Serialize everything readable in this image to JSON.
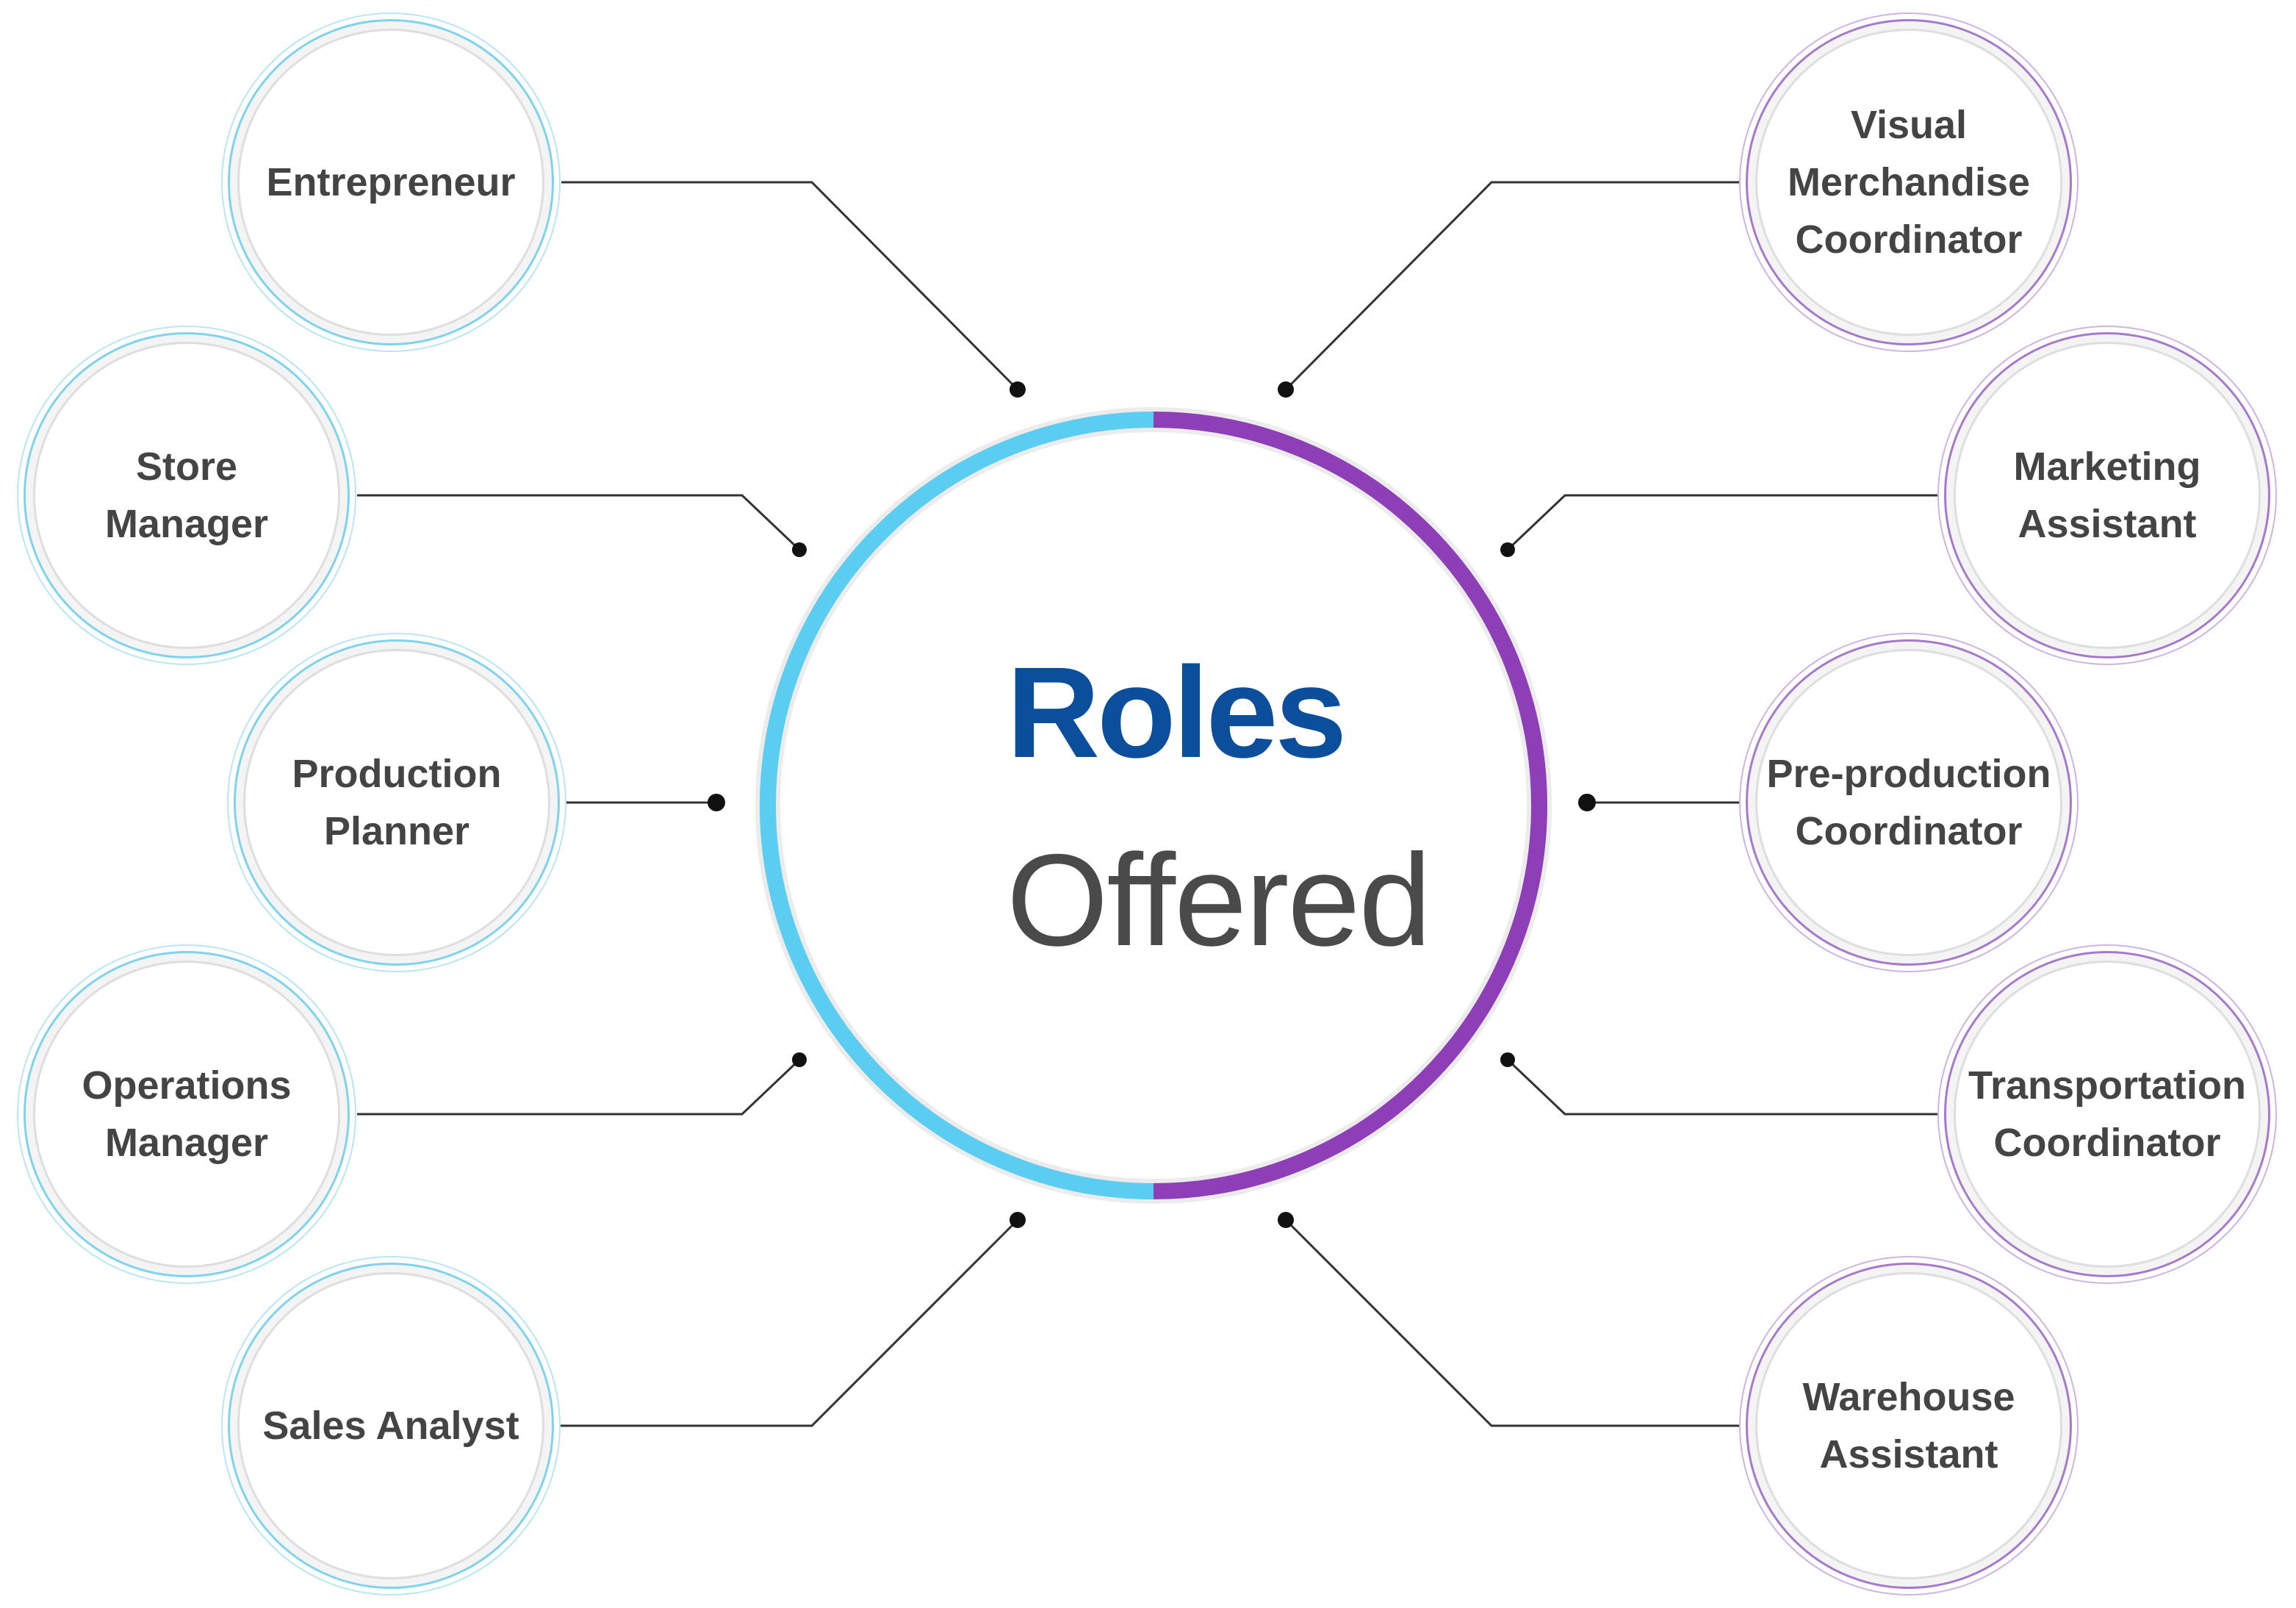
{
  "center": {
    "line1": "Roles",
    "line2": "Offered",
    "colors": {
      "left_arc": "#5bcdf0",
      "right_arc": "#8e3fb8",
      "title": "#0b4f9c",
      "subtitle": "#4a4a4a"
    }
  },
  "roles_left": [
    {
      "label": "Entrepreneur"
    },
    {
      "label": "Store\nManager"
    },
    {
      "label": "Production\nPlanner"
    },
    {
      "label": "Operations\nManager"
    },
    {
      "label": "Sales Analyst"
    }
  ],
  "roles_right": [
    {
      "label": "Visual\nMerchandise\nCoordinator"
    },
    {
      "label": "Marketing\nAssistant"
    },
    {
      "label": "Pre-production\nCoordinator"
    },
    {
      "label": "Transportation\nCoordinator"
    },
    {
      "label": "Warehouse\nAssistant"
    }
  ]
}
